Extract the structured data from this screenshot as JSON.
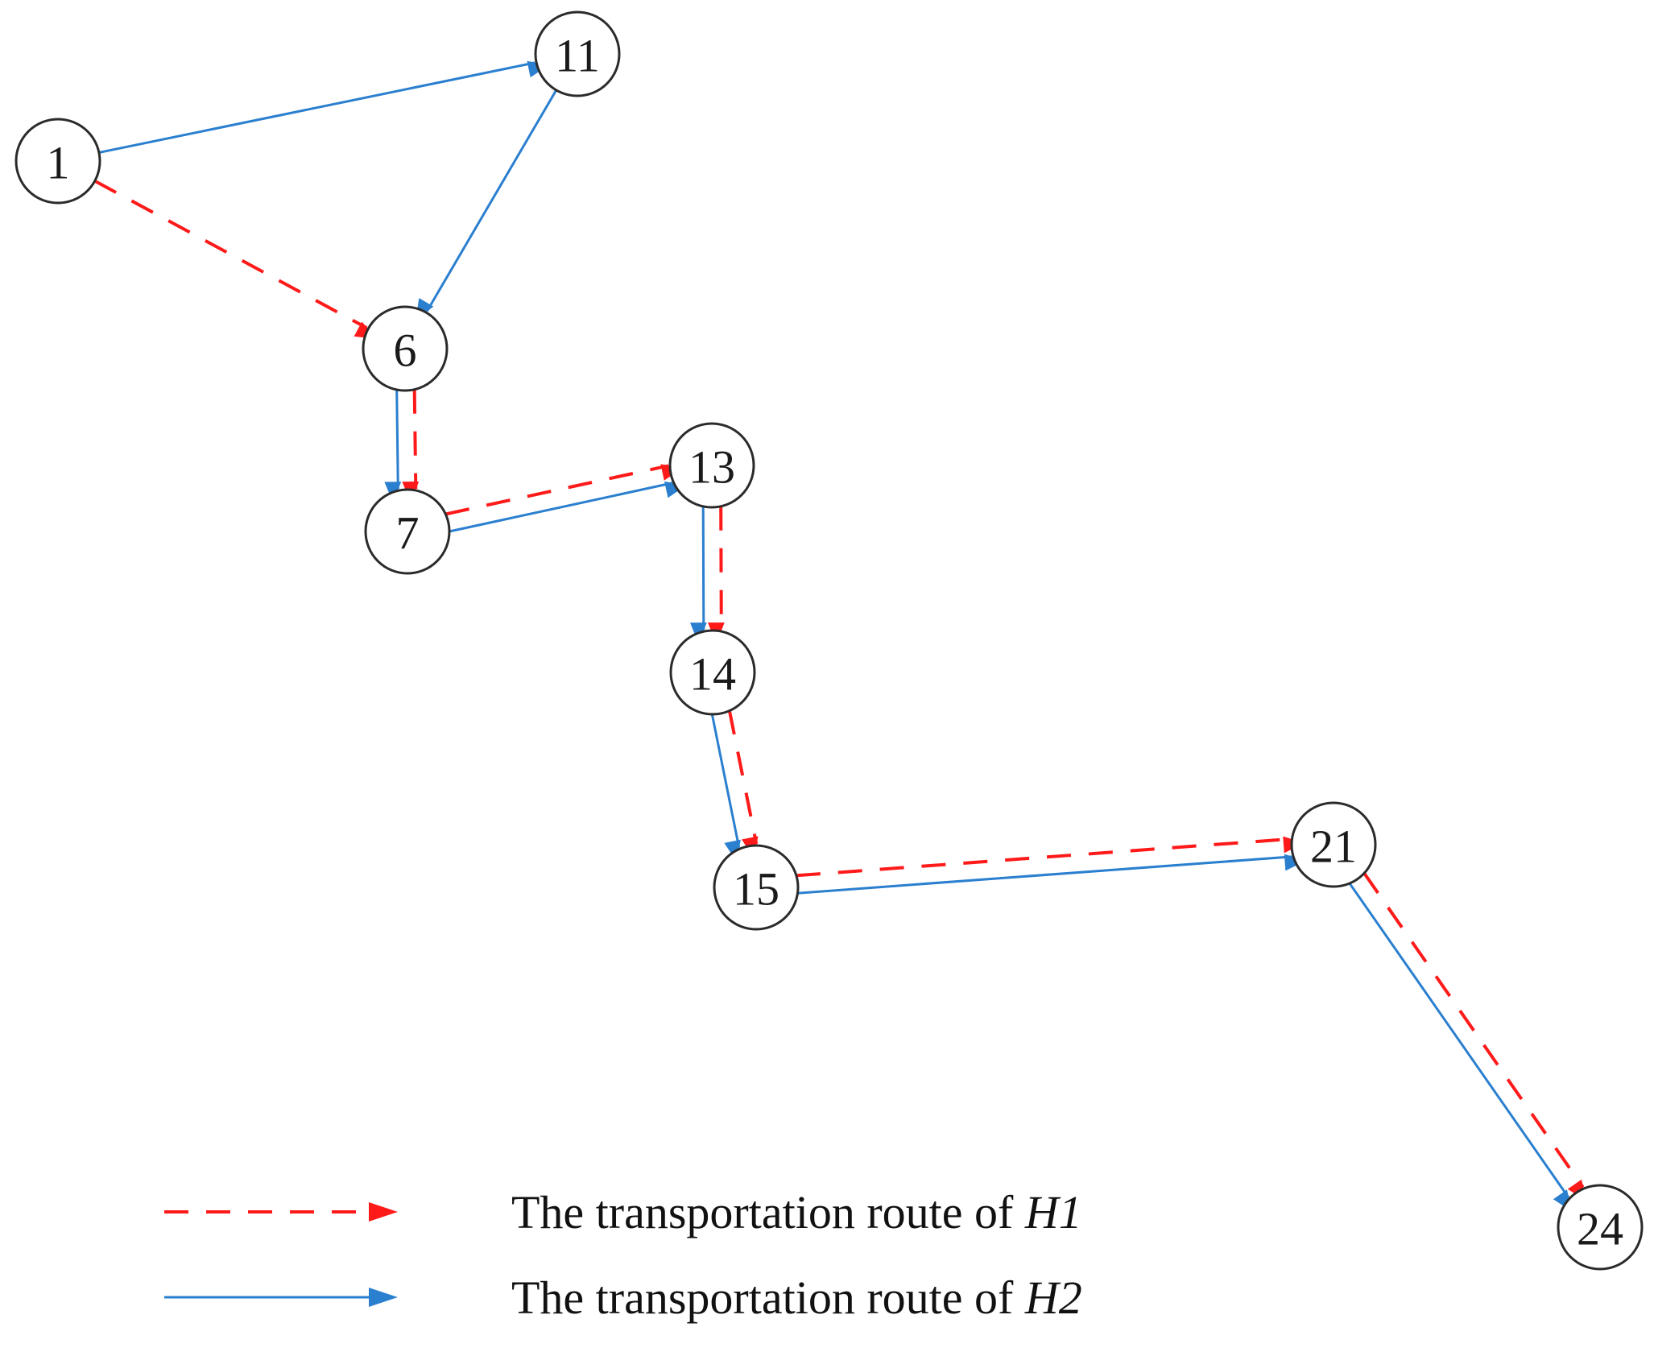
{
  "colors": {
    "h1": "#ff1a1a",
    "h2": "#2a7fcf"
  },
  "nodes": [
    {
      "id": "1",
      "label": "1"
    },
    {
      "id": "11",
      "label": "11"
    },
    {
      "id": "6",
      "label": "6"
    },
    {
      "id": "7",
      "label": "7"
    },
    {
      "id": "13",
      "label": "13"
    },
    {
      "id": "14",
      "label": "14"
    },
    {
      "id": "15",
      "label": "15"
    },
    {
      "id": "21",
      "label": "21"
    },
    {
      "id": "24",
      "label": "24"
    }
  ],
  "routes": [
    {
      "key": "h1",
      "style": "dashed",
      "path": [
        "1",
        "6",
        "7",
        "13",
        "14",
        "15",
        "21",
        "24"
      ]
    },
    {
      "key": "h2",
      "style": "solid",
      "path": [
        "1",
        "11",
        "6",
        "7",
        "13",
        "14",
        "15",
        "21",
        "24"
      ]
    }
  ],
  "legend": {
    "h1": {
      "text": "The transportation route of ",
      "route_id": "H1"
    },
    "h2": {
      "text": "The transportation route of ",
      "route_id": "H2"
    }
  }
}
